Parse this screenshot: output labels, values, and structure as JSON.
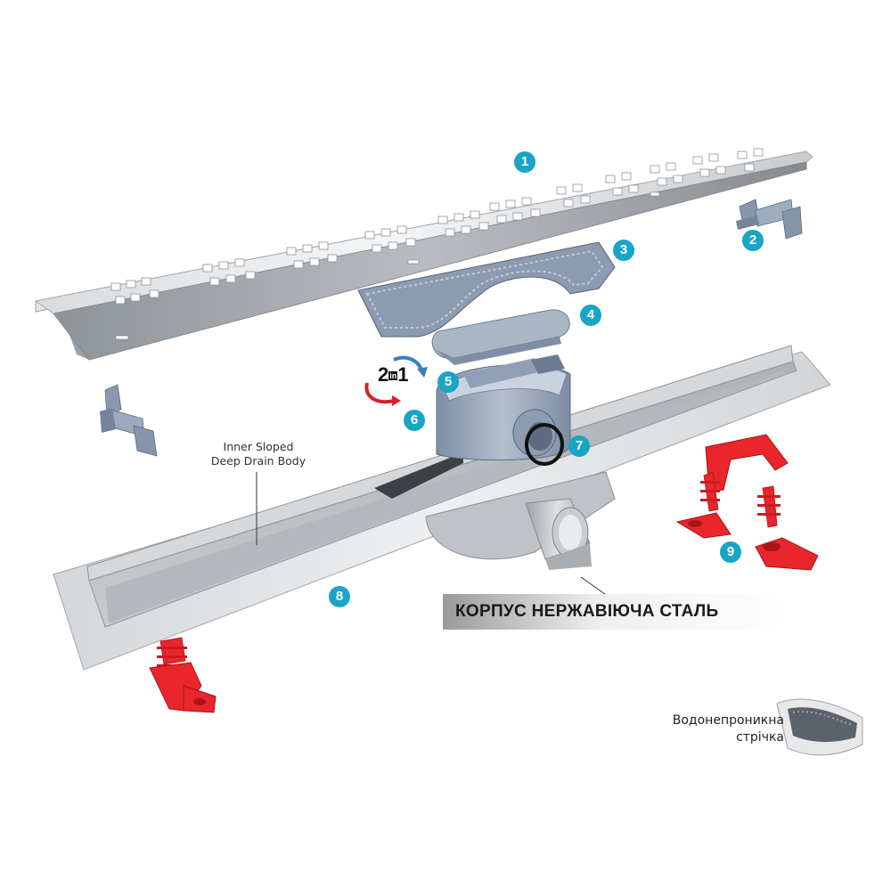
{
  "callouts": [
    "1",
    "2",
    "3",
    "4",
    "5",
    "6",
    "7",
    "8",
    "9"
  ],
  "two_in_one": {
    "big_left": "2",
    "small": "in",
    "big_right": "1"
  },
  "labels": {
    "inner_body_line1": "Inner Sloped",
    "inner_body_line2": "Deep Drain Body",
    "banner": "КОРПУС НЕРЖАВІЮЧА СТАЛЬ",
    "tape_line1": "Водонепроникна",
    "tape_line2": "стрічка"
  },
  "colors": {
    "callout": "#19a5c5",
    "steel": "#c9cdd0",
    "plastic_blue": "#8d9bb0",
    "red_parts": "#e8262b",
    "arrow_red": "#d8202a",
    "arrow_blue": "#3a7ec0"
  },
  "icons": [
    "2in1-arrows-icon"
  ]
}
